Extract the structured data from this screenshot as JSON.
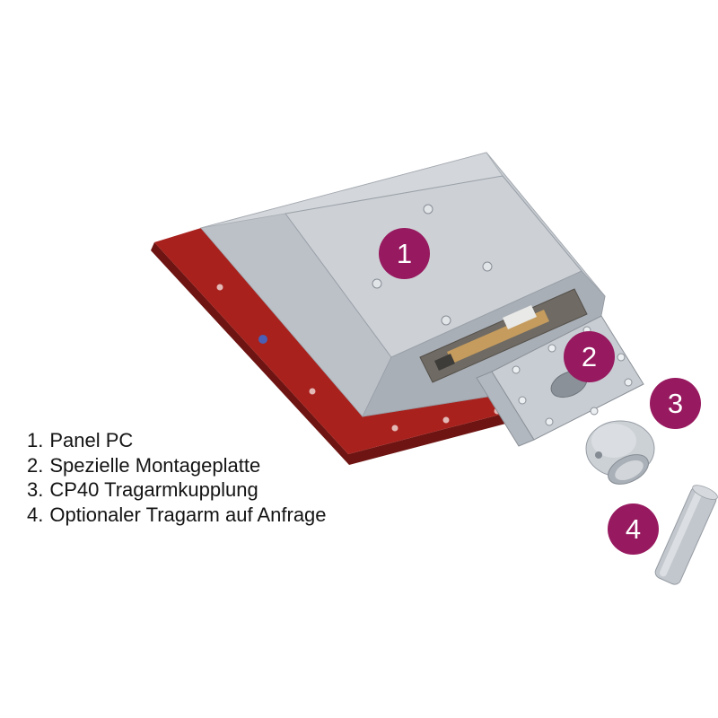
{
  "figure": {
    "badges": [
      {
        "number": "1"
      },
      {
        "number": "2"
      },
      {
        "number": "3"
      },
      {
        "number": "4"
      }
    ],
    "legend": [
      {
        "number": "1.",
        "label": "Panel PC"
      },
      {
        "number": "2.",
        "label": "Spezielle Montageplatte"
      },
      {
        "number": "3.",
        "label": "CP40 Tragarmkupplung"
      },
      {
        "number": "4.",
        "label": "Optionaler Tragarm auf Anfrage"
      }
    ],
    "colors": {
      "badge": "#97195f",
      "frame_red": "#a8211d",
      "frame_red_dark": "#6e1412",
      "panel_gray": "#c2c7cd",
      "plateau_gray": "#cdd1d6",
      "background": "#ffffff"
    }
  }
}
